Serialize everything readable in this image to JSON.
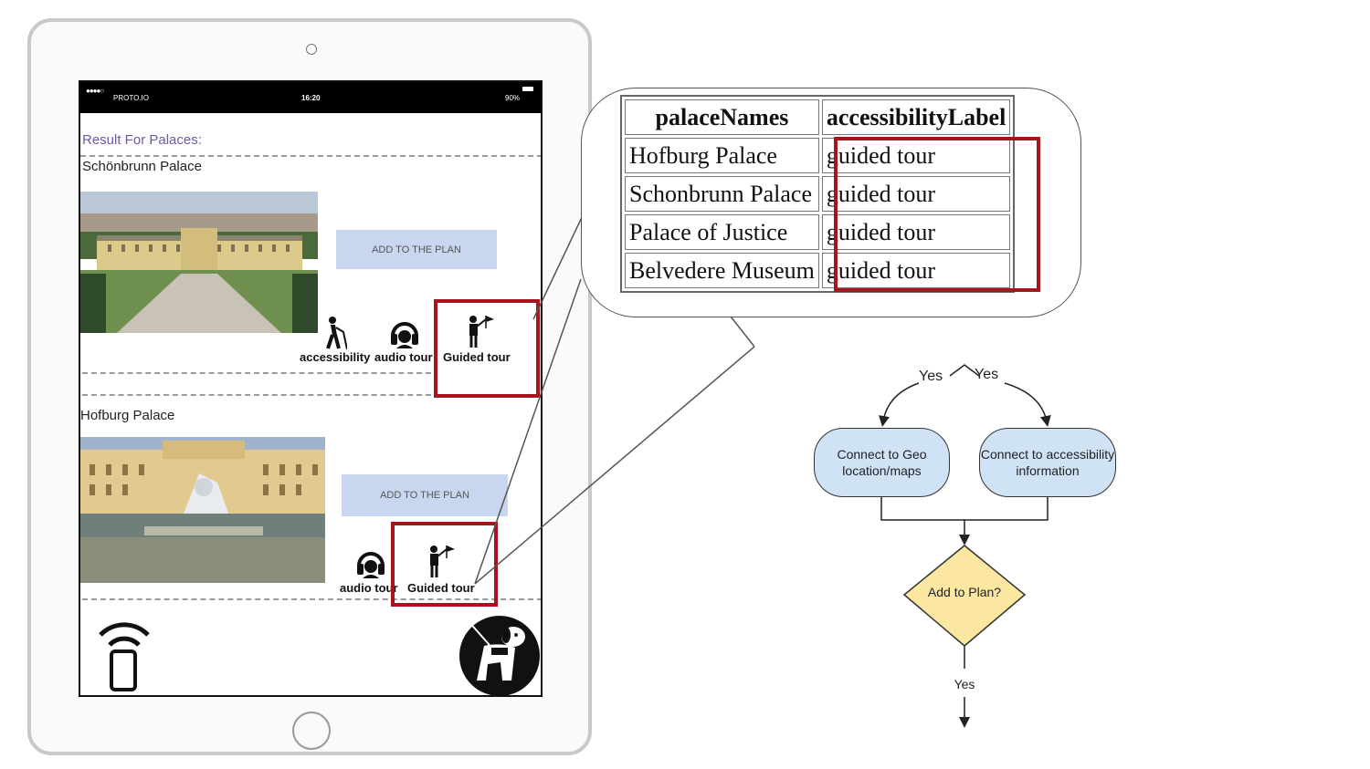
{
  "device": {
    "status": {
      "signal": "●●●●○",
      "carrier": "PROTO.IO",
      "time": "16:20",
      "battery": "90%"
    },
    "result_title": "Result For Palaces:",
    "results": [
      {
        "name": "Schönbrunn Palace",
        "add_button": "ADD TO THE PLAN",
        "features": [
          {
            "icon": "walking-cane-icon",
            "label": "accessibility"
          },
          {
            "icon": "headphones-icon",
            "label": "audio tour"
          },
          {
            "icon": "guide-flag-icon",
            "label": "Guided tour"
          }
        ]
      },
      {
        "name": "Hofburg Palace",
        "add_button": "ADD TO THE PLAN",
        "features": [
          {
            "icon": "headphones-icon",
            "label": "audio tour"
          },
          {
            "icon": "guide-flag-icon",
            "label": "Guided tour"
          }
        ]
      }
    ],
    "bottom_icons": [
      "phone-signal-icon",
      "guide-dog-icon"
    ]
  },
  "table": {
    "headers": [
      "palaceNames",
      "accessibilityLabel"
    ],
    "rows": [
      [
        "Hofburg Palace",
        "guided tour"
      ],
      [
        "Schonbrunn Palace",
        "guided tour"
      ],
      [
        "Palace of Justice",
        "guided tour"
      ],
      [
        "Belvedere Museum",
        "guided tour"
      ]
    ]
  },
  "flowchart": {
    "branch_labels": [
      "Yes",
      "Yes"
    ],
    "box_left": "Connect to Geo location/maps",
    "box_right": "Connect to accessibility information",
    "decision": "Add to Plan?",
    "exit_label": "Yes"
  },
  "colors": {
    "highlight_red": "#a8141b",
    "button_blue": "#c9d6ef",
    "flow_box": "#cfe2f6",
    "decision_yellow": "#fbe7a1",
    "title_purple": "#7257a7"
  }
}
